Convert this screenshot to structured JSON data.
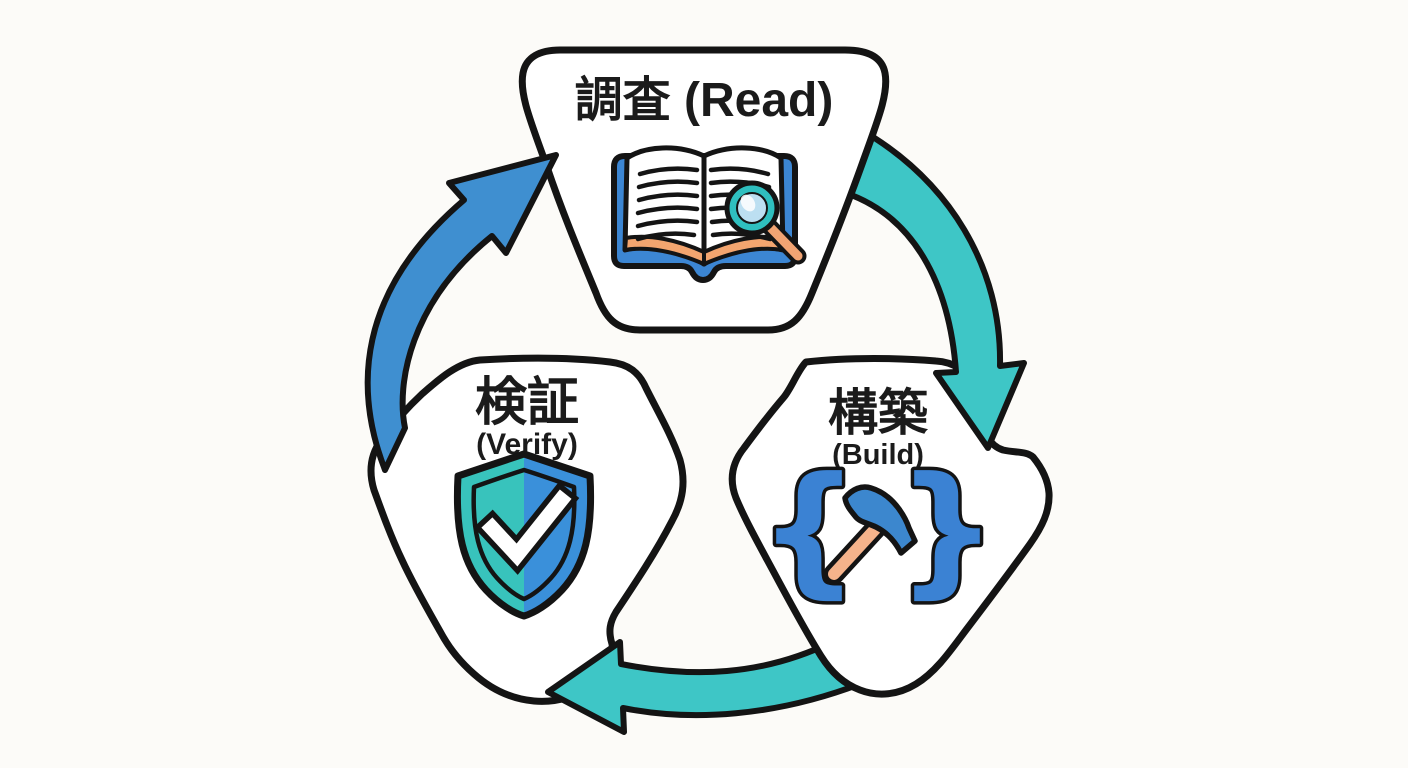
{
  "diagram": {
    "type": "cycle",
    "background": "#fcfbf8",
    "outline_color": "#141414",
    "nodes": {
      "read": {
        "label": "調査 (Read)",
        "icon": "open-book-with-magnifier"
      },
      "build": {
        "label_ja": "構築",
        "label_en": "(Build)",
        "icon": "code-braces-with-hammer",
        "braces": {
          "open": "{",
          "close": "}"
        }
      },
      "verify": {
        "label_ja": "検証",
        "label_en": "(Verify)",
        "icon": "shield-with-checkmark"
      }
    },
    "edges": [
      {
        "from": "read",
        "to": "build",
        "color": "#3ec6c6"
      },
      {
        "from": "build",
        "to": "verify",
        "color": "#3ec6c6"
      },
      {
        "from": "verify",
        "to": "read",
        "color": "#3f8fd0"
      }
    ],
    "palette": {
      "teal_arrow": "#3ec6c6",
      "blue_arrow": "#3f8fd0",
      "book_cover": "#3c86d3",
      "page_edge": "#f3a56f",
      "magnifier_ring": "#2fbfbf",
      "magnifier_lens": "#bcdff1",
      "magnifier_handle": "#f2a473",
      "shield_left": "#38c3bc",
      "shield_right": "#3a90da",
      "brace_blue": "#3b82d3",
      "hammer_head": "#3c87ce",
      "hammer_handle": "#f5b38b"
    }
  }
}
